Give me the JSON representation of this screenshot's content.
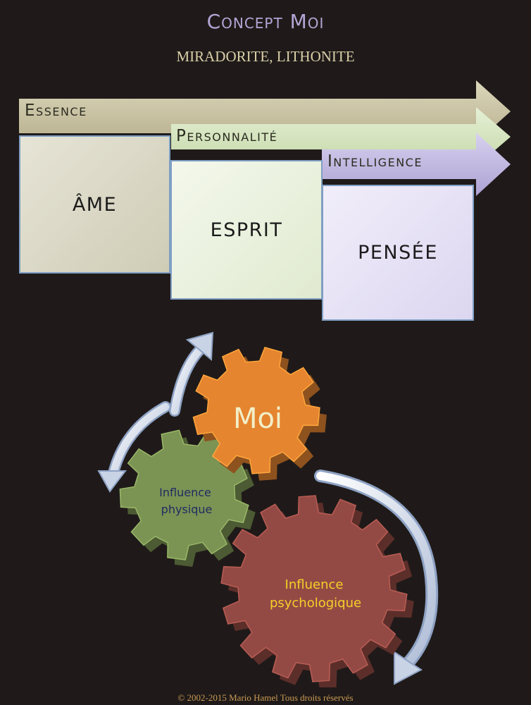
{
  "header": {
    "title": "Concept Moi",
    "subtitle": "MIRADORITE, LITHONITE"
  },
  "arrows": [
    {
      "label": "Essence",
      "color": "#cbc5a5"
    },
    {
      "label": "Personnalité",
      "color": "#d7e6c2"
    },
    {
      "label": "Intelligence",
      "color": "#c7bfe3"
    }
  ],
  "boxes": [
    {
      "label": "ÂME",
      "color": "#dcdac9"
    },
    {
      "label": "ESPRIT",
      "color": "#eef3e4"
    },
    {
      "label": "PENSÉE",
      "color": "#e8e4f5"
    }
  ],
  "gears": {
    "moi": {
      "label": "Moi",
      "color": "#e58530"
    },
    "physique": {
      "label_line1": "Influence",
      "label_line2": "physique",
      "color": "#7b9353"
    },
    "psychologique": {
      "label_line1": "Influence",
      "label_line2": "psychologique",
      "color": "#944a44"
    }
  },
  "footer": "© 2002-2015 Mario Hamel Tous droits réservés"
}
